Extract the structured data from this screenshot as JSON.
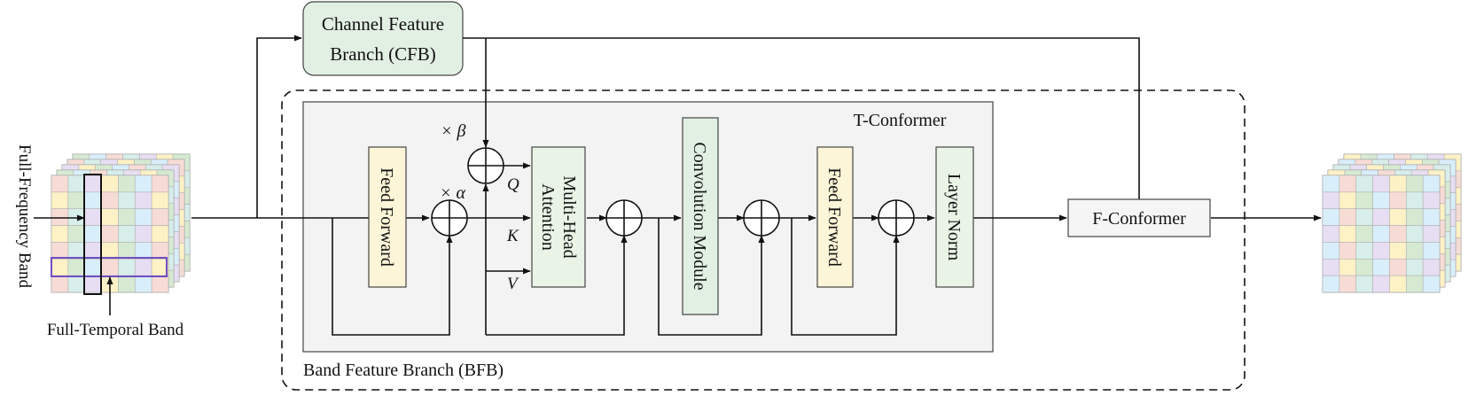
{
  "labels": {
    "channel_branch_line1": "Channel Feature",
    "channel_branch_line2": "Branch (CFB)",
    "t_conformer": "T-Conformer",
    "band_branch": "Band Feature Branch (BFB)",
    "feed_forward_1": "Feed Forward",
    "feed_forward_2": "Feed Forward",
    "mha_line1": "Multi-Head",
    "mha_line2": "Attention",
    "convolution_module": "Convolution Module",
    "layer_norm": "Layer Norm",
    "f_conformer": "F-Conformer",
    "full_frequency_band": "Full-Frequency Band",
    "full_temporal_band": "Full-Temporal Band",
    "q": "Q",
    "k": "K",
    "v": "V",
    "alpha": "× α",
    "beta": "× β"
  },
  "colors": {
    "cfb_fill": "#e2f0e4",
    "tconformer_fill": "#f3f3f3",
    "feed_forward_fill": "#fdf5d8",
    "mha_fill": "#e9f3e6",
    "conv_fill": "#e2f0e4",
    "layer_norm_fill": "#e9f3e6",
    "f_conformer_fill": "#f5f5f5",
    "grid_palette": [
      "#f7dcd6",
      "#d9eefb",
      "#d6ead2",
      "#fdf1c6",
      "#e7def3",
      "#d7eeea"
    ],
    "temporal_band_box": "#6f4fc3",
    "stroke": "#111111"
  }
}
